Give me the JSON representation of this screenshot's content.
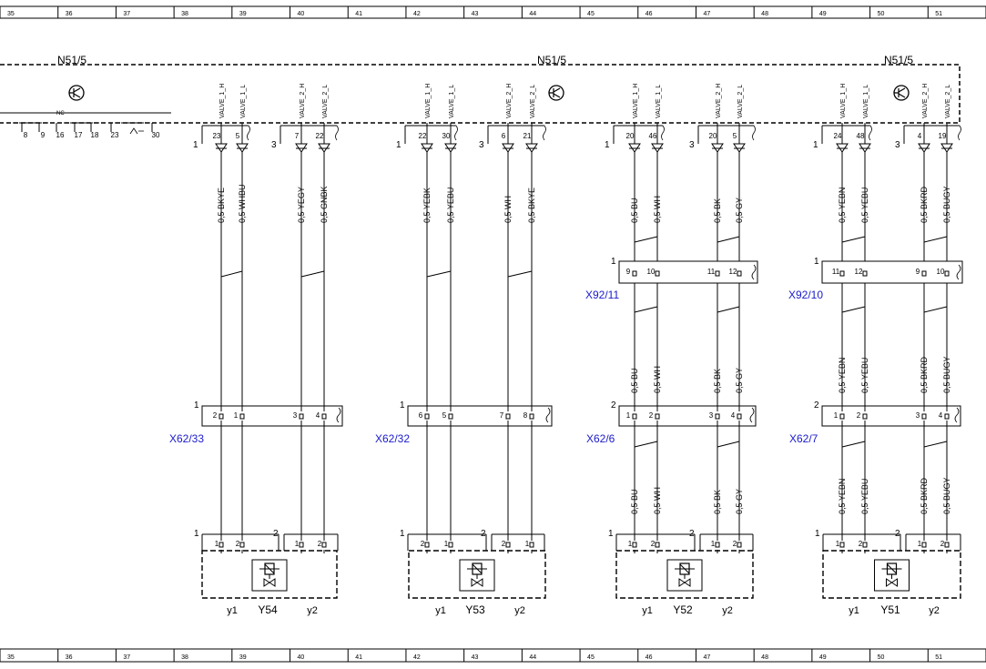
{
  "ruler": [
    "35",
    "36",
    "37",
    "38",
    "39",
    "40",
    "41",
    "42",
    "43",
    "44",
    "45",
    "46",
    "47",
    "48",
    "49",
    "50",
    "51"
  ],
  "module": {
    "name": "N51/5",
    "nc_label": "NC",
    "left_pins": [
      "8",
      "9",
      "16",
      "17",
      "18",
      "23",
      "30"
    ]
  },
  "groups": [
    {
      "id": "g1",
      "connector_labels": [
        "1",
        "3"
      ],
      "pins": [
        "23",
        "5",
        "7",
        "22"
      ],
      "signals": [
        "VALVE_1_H",
        "VALVE_1_L",
        "VALVE_2_H",
        "VALVE_2_L"
      ],
      "wires": [
        "0,5 BKYE",
        "0,5 WHBU",
        "0,5 YEGY",
        "0,5 GNBK"
      ],
      "mid_connector": null,
      "low_connector": {
        "name": "X62/33",
        "num": "1",
        "pins": [
          "2",
          "1",
          "3",
          "4"
        ]
      },
      "lower_wires": null,
      "component": {
        "name": "Y54",
        "left": "y1",
        "right": "y2",
        "plug_labels": [
          "1",
          "2"
        ],
        "pins": [
          "1",
          "2",
          "1",
          "2"
        ]
      }
    },
    {
      "id": "g2",
      "connector_labels": [
        "1",
        "3"
      ],
      "pins": [
        "22",
        "30",
        "6",
        "21"
      ],
      "signals": [
        "VALVE_1_H",
        "VALVE_1_L",
        "VALVE_2_H",
        "VALVE_2_L"
      ],
      "wires": [
        "0,5 YEBK",
        "0,5 YEBU",
        "0,5 WH",
        "0,5 BKYE"
      ],
      "mid_connector": null,
      "low_connector": {
        "name": "X62/32",
        "num": "1",
        "pins": [
          "6",
          "5",
          "7",
          "8"
        ]
      },
      "lower_wires": null,
      "component": {
        "name": "Y53",
        "left": "y1",
        "right": "y2",
        "plug_labels": [
          "1",
          "2"
        ],
        "pins": [
          "2",
          "1",
          "2",
          "1"
        ]
      }
    },
    {
      "id": "g3",
      "connector_labels": [
        "1",
        "3"
      ],
      "pins": [
        "20",
        "46",
        "20",
        "5"
      ],
      "signals": [
        "VALVE_1_H",
        "VALVE_1_L",
        "VALVE_2_H",
        "VALVE_2_L"
      ],
      "wires": [
        "0,5 BU",
        "0,5 WH",
        "0,5 BK",
        "0,5 GY"
      ],
      "mid_connector": {
        "name": "X92/11",
        "num": "1",
        "pins": [
          "9",
          "10",
          "11",
          "12"
        ]
      },
      "mid_wires": [
        "0,5 BU",
        "0,5 WH",
        "0,5 BK",
        "0,5 GY"
      ],
      "low_connector": {
        "name": "X62/6",
        "num": "2",
        "pins": [
          "1",
          "2",
          "3",
          "4"
        ]
      },
      "lower_wires": [
        "0,5 BU",
        "0,5 WH",
        "0,5 BK",
        "0,5 GY"
      ],
      "component": {
        "name": "Y52",
        "left": "y1",
        "right": "y2",
        "plug_labels": [
          "1",
          "2"
        ],
        "pins": [
          "1",
          "2",
          "1",
          "2"
        ]
      }
    },
    {
      "id": "g4",
      "connector_labels": [
        "1",
        "3"
      ],
      "pins": [
        "24",
        "48",
        "4",
        "19"
      ],
      "signals": [
        "VALVE_1_H",
        "VALVE_1_L",
        "VALVE_2_H",
        "VALVE_2_L"
      ],
      "wires": [
        "0,5 YEBN",
        "0,5 YEBU",
        "0,5 BKRD",
        "0,5 BUGY"
      ],
      "mid_connector": {
        "name": "X92/10",
        "num": "1",
        "pins": [
          "11",
          "12",
          "9",
          "10"
        ]
      },
      "mid_wires": [
        "0,5 YEBN",
        "0,5 YEBU",
        "0,5 BKRD",
        "0,5 BUGY"
      ],
      "low_connector": {
        "name": "X62/7",
        "num": "2",
        "pins": [
          "1",
          "2",
          "3",
          "4"
        ]
      },
      "lower_wires": [
        "0,5 YEBN",
        "0,5 YEBU",
        "0,5 BKRD",
        "0,5 BUGY"
      ],
      "component": {
        "name": "Y51",
        "left": "y1",
        "right": "y2",
        "plug_labels": [
          "1",
          "2"
        ],
        "pins": [
          "1",
          "2",
          "1",
          "2"
        ]
      }
    }
  ]
}
